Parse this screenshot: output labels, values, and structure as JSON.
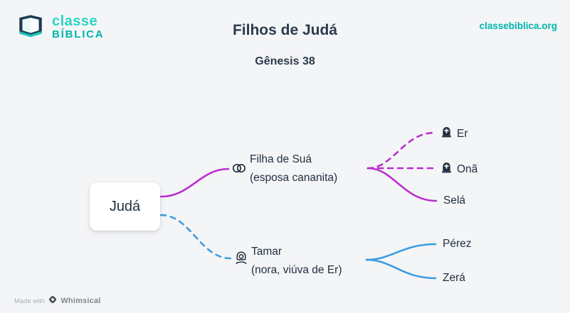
{
  "colors": {
    "background": "#f4f5f7",
    "magenta": "#bb2fd0",
    "blue": "#3b9de2",
    "teal": "#00b5ac",
    "teal_light": "#2bd4c6",
    "navy": "#1d3b53",
    "text": "#20303f",
    "muted": "#a9b0b7"
  },
  "header": {
    "logo_icon": "book-icon",
    "logo_line1": "classe",
    "logo_line2": "BÍBLICA",
    "title": "Filhos de Judá",
    "subtitle": "Gênesis 38",
    "website": "classebiblica.org"
  },
  "diagram": {
    "root": {
      "label": "Judá"
    },
    "branches": [
      {
        "name": "filha-de-sua",
        "icon": "rings-icon",
        "label_line1": "Filha de Suá",
        "label_line2": "(esposa cananita)",
        "line_color": "#bb2fd0",
        "line_style_to_root": "solid",
        "children": [
          {
            "label": "Er",
            "icon": "tombstone-icon",
            "line_style": "dashed"
          },
          {
            "label": "Onã",
            "icon": "tombstone-icon",
            "line_style": "dashed"
          },
          {
            "label": "Selá",
            "icon": null,
            "line_style": "solid"
          }
        ]
      },
      {
        "name": "tamar",
        "icon": "widow-icon",
        "label_line1": "Tamar",
        "label_line2": "(nora, viúva de Er)",
        "line_color": "#3b9de2",
        "line_style_to_root": "dashed",
        "children": [
          {
            "label": "Pérez",
            "icon": null,
            "line_style": "solid"
          },
          {
            "label": "Zerá",
            "icon": null,
            "line_style": "solid"
          }
        ]
      }
    ]
  },
  "footer": {
    "made_with": "Made with",
    "brand_icon": "whimsical-diamond-icon",
    "brand": "Whimsical"
  }
}
